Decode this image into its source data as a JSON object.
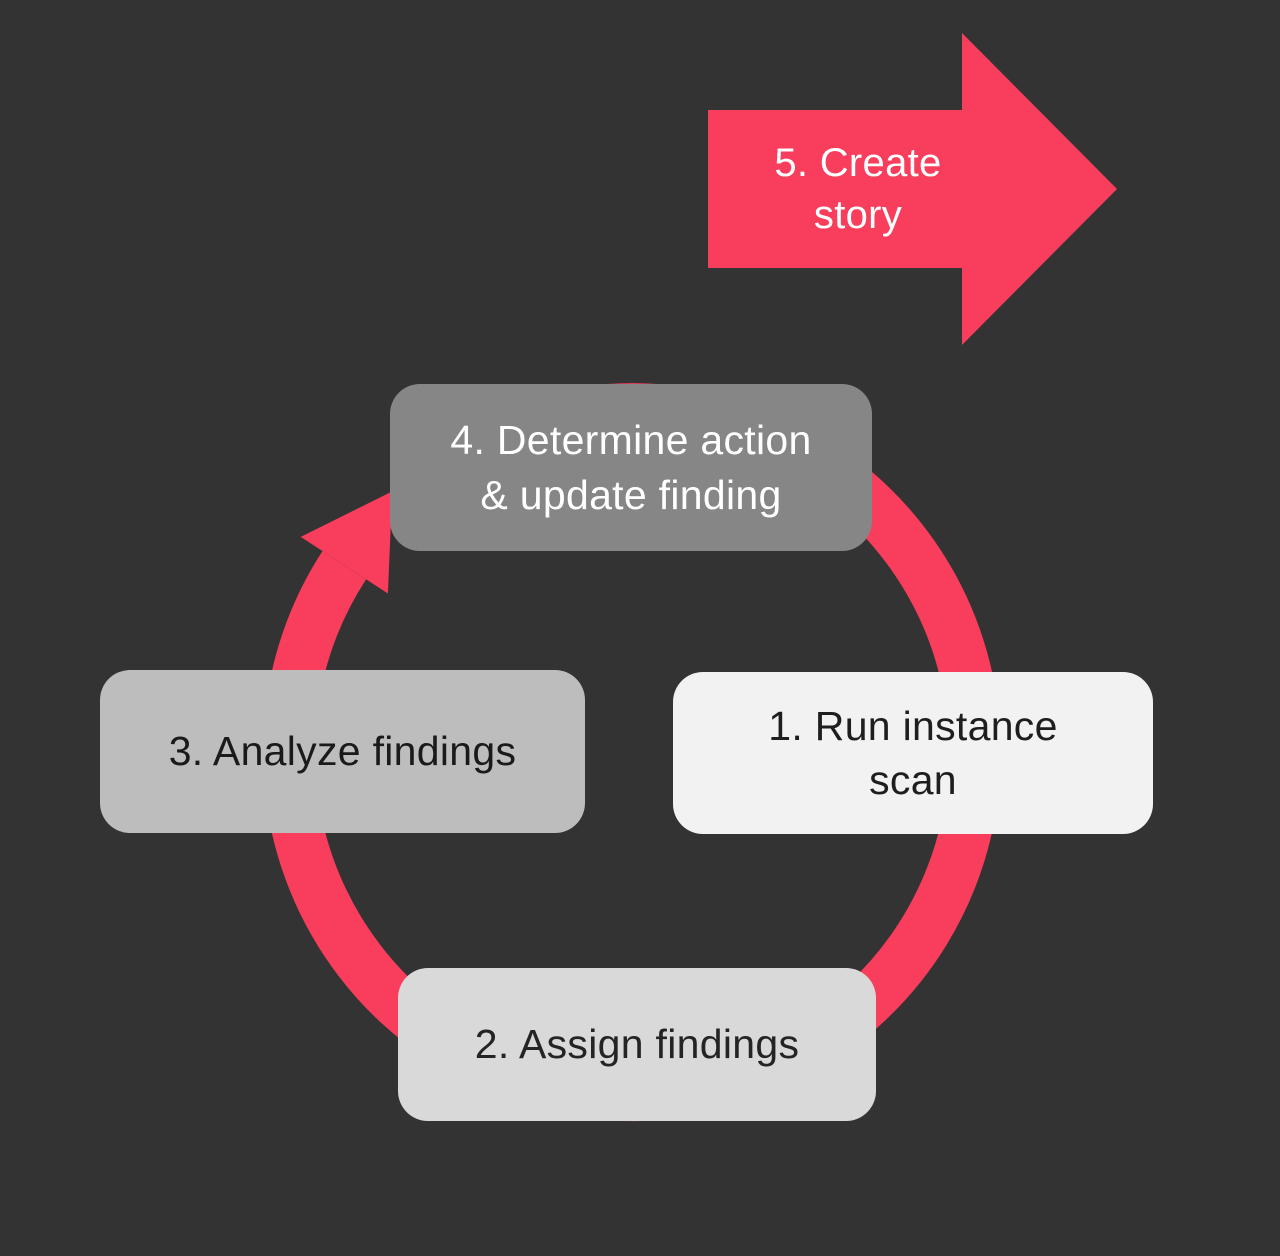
{
  "diagram": {
    "kind": "cyclical-process-flow",
    "cycle_step_ids": [
      1,
      2,
      3,
      4
    ],
    "exit_step_id": 5
  },
  "colors": {
    "background": "#333333",
    "accent_pink": "#F93D5C",
    "step1_fill": "#F2F2F2",
    "step2_fill": "#D9D9D9",
    "step3_fill": "#BDBDBD",
    "step4_fill": "#868686",
    "dark_text": "#1E1E1E",
    "light_text": "#FFFFFF"
  },
  "steps": [
    {
      "id": 1,
      "label": "1. Run instance\nscan"
    },
    {
      "id": 2,
      "label": "2. Assign findings"
    },
    {
      "id": 3,
      "label": "3. Analyze findings"
    },
    {
      "id": 4,
      "label": "4. Determine action\n& update finding"
    },
    {
      "id": 5,
      "label": "5. Create\nstory"
    }
  ]
}
